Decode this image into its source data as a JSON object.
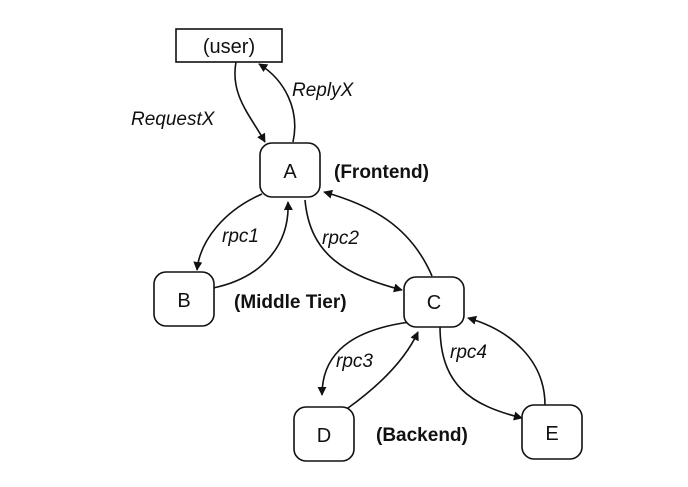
{
  "nodes": {
    "user": "(user)",
    "a": "A",
    "b": "B",
    "c": "C",
    "d": "D",
    "e": "E"
  },
  "edges": {
    "request": "RequestX",
    "reply": "ReplyX",
    "rpc1": "rpc1",
    "rpc2": "rpc2",
    "rpc3": "rpc3",
    "rpc4": "rpc4"
  },
  "tiers": {
    "frontend": "(Frontend)",
    "middle": "(Middle Tier)",
    "backend": "(Backend)"
  },
  "colors": {
    "stroke": "#111111",
    "background": "#ffffff"
  }
}
